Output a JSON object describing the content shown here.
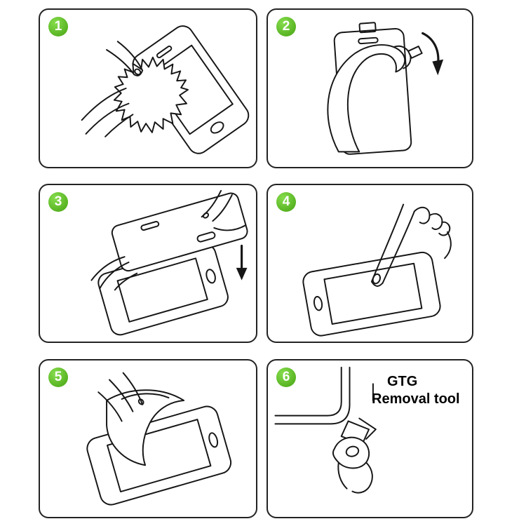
{
  "colors": {
    "step_badge_green": "#55b41e",
    "outline_black": "#161616",
    "background": "#ffffff"
  },
  "panels": [
    {
      "number": "1",
      "illustration": "wipe-phone-screen-with-cloth-icon"
    },
    {
      "number": "2",
      "illustration": "peel-backing-film-from-protector-icon"
    },
    {
      "number": "3",
      "illustration": "align-glass-over-phone-icon"
    },
    {
      "number": "4",
      "illustration": "press-screen-center-with-finger-icon"
    },
    {
      "number": "5",
      "illustration": "smooth-film-onto-screen-icon"
    },
    {
      "number": "6",
      "illustration": "corner-removal-tool-icon",
      "label_line1": "GTG",
      "label_line2": "Removal tool"
    }
  ]
}
